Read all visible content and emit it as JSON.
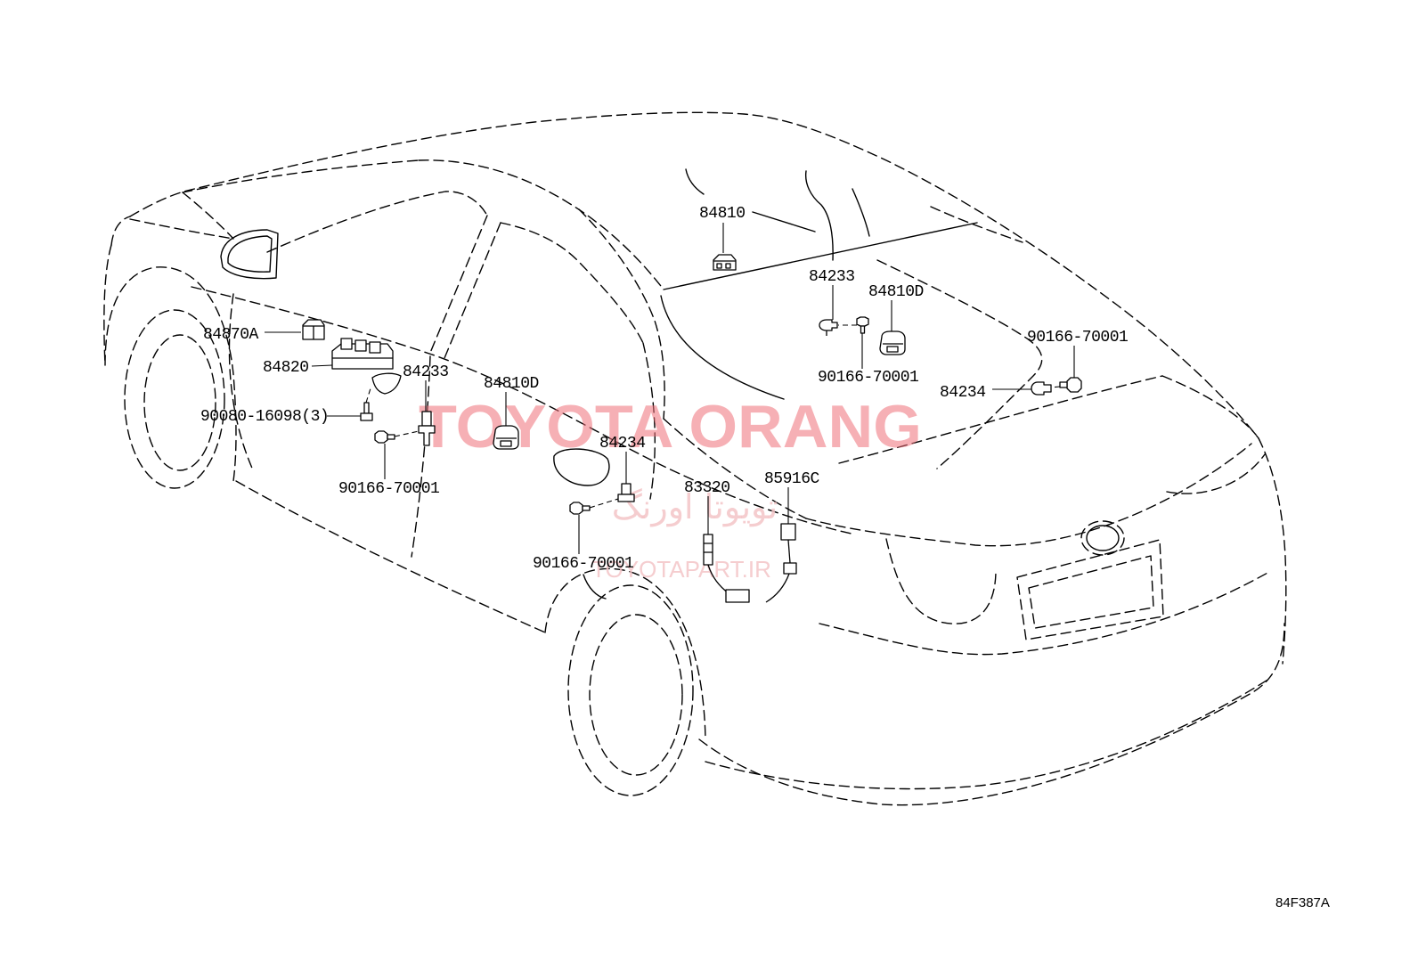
{
  "diagram": {
    "callouts": [
      "84810",
      "84233",
      "84810D",
      "90166-70001",
      "90166-70001",
      "84234",
      "84870A",
      "84820",
      "84233",
      "84810D",
      "90080-16098(3)",
      "84234",
      "90166-70001",
      "83320",
      "85916C",
      "90166-70001"
    ],
    "figure_code": "84F387A"
  },
  "watermark": {
    "title": "TOYOTA ORANG",
    "persian": "تویوتا اورنگ",
    "site": "TOYOTAPART.IR"
  },
  "colors": {
    "line": "#000000",
    "watermark": "#ef6f79",
    "watermark_faint": "#f3c4c7",
    "background": "#ffffff"
  }
}
